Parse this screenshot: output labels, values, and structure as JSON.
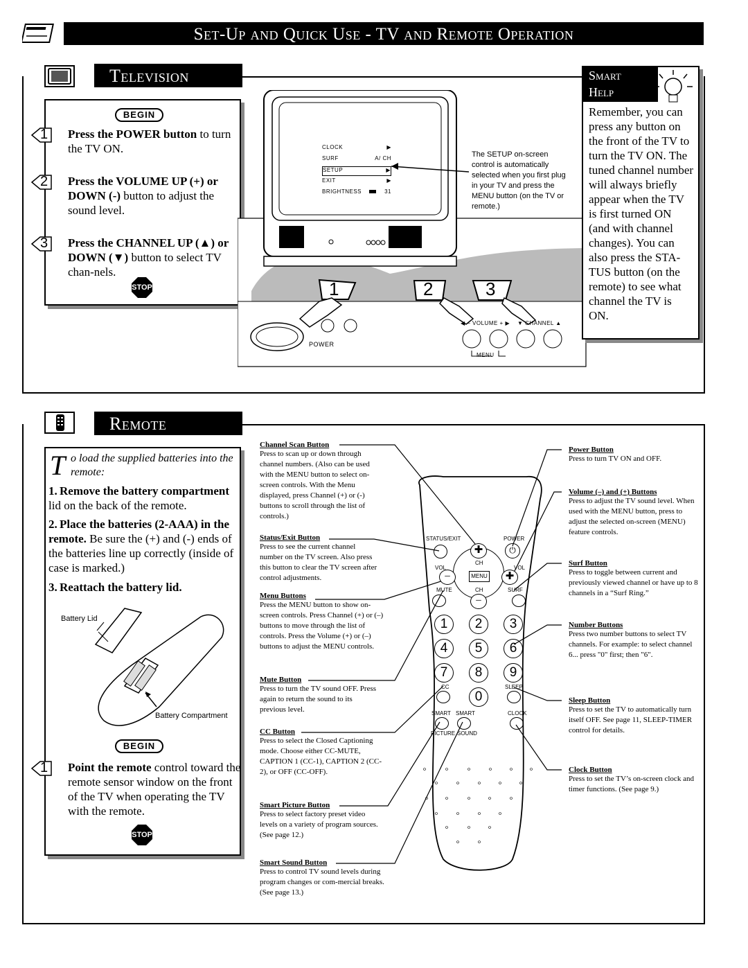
{
  "header": {
    "title": "Set-Up and Quick Use - TV and Remote Operation"
  },
  "television": {
    "title": "Television",
    "begin": "BEGIN",
    "steps": [
      {
        "n": "1",
        "bold": "Press the POWER button",
        "rest": " to turn the TV ON."
      },
      {
        "n": "2",
        "bold": "Press the VOLUME UP (+) or DOWN (-)",
        "rest": " button to adjust the sound level."
      },
      {
        "n": "3",
        "bold": "Press the CHANNEL UP (▲) or DOWN (▼)",
        "rest": " button to select TV chan-nels."
      }
    ],
    "stop": "STOP",
    "menu": {
      "items": [
        {
          "label": "CLOCK",
          "value": "▶"
        },
        {
          "label": "SURF",
          "value": "A/ CH"
        },
        {
          "label": "SETUP",
          "value": "▶"
        },
        {
          "label": "EXIT",
          "value": "▶"
        },
        {
          "label": "BRIGHTNESS",
          "value": "31"
        }
      ]
    },
    "setup_note": "The SETUP on-screen control is automatically selected when you first plug in your TV and press the MENU button (on the TV or remote.)",
    "callouts": [
      "1",
      "2",
      "3"
    ],
    "controls": {
      "power": "POWER",
      "volume": "◀ – VOLUME + ▶",
      "channel": "▼ CHANNEL ▲",
      "menu": "MENU"
    }
  },
  "smart_help": {
    "title_line1": "Smart",
    "title_line2": "Help",
    "text": "Remember, you can press any button on the front of the TV to turn the TV ON. The tuned channel number will always briefly appear when the TV is first turned ON (and with channel changes). You can also press the STA-TUS button (on the remote) to see what channel the TV is ON."
  },
  "remote": {
    "title": "Remote",
    "intro": "To load the supplied batteries into the remote:",
    "intro_drop": "T",
    "intro_rest": "o load the supplied batteries into the remote:",
    "load_steps": [
      {
        "n": "1.",
        "bold": "Remove the battery compartment",
        "rest": " lid on the back of the remote."
      },
      {
        "n": "2.",
        "bold": "Place the batteries (2-AAA) in the remote.",
        "rest": " Be sure the (+) and (-) ends of the batteries line up correctly (inside of case is marked.)"
      },
      {
        "n": "3.",
        "bold": "Reattach the battery lid.",
        "rest": ""
      }
    ],
    "battery_lid": "Battery Lid",
    "battery_compartment": "Battery Compartment",
    "begin": "BEGIN",
    "step1_n": "1",
    "step1_bold": "Point the remote",
    "step1_rest": " control toward the remote sensor window on the front of the TV when operating the TV with the remote.",
    "stop": "STOP",
    "left_annotations": [
      {
        "h": "Channel Scan Button",
        "t": "Press to scan up or down through channel numbers. (Also can be used with the MENU button to select on-screen controls. With the Menu displayed, press Channel (+) or (-) buttons to scroll through the list of controls.)"
      },
      {
        "h": "Status/Exit Button",
        "t": "Press to see the current channel number on the TV screen. Also press this button to clear the TV screen after control adjustments."
      },
      {
        "h": "Menu Buttons",
        "t": "Press the MENU button to show on-screen controls. Press Channel (+) or (–) buttons to move through the list of controls. Press the Volume (+) or (–) buttons to adjust the MENU controls."
      },
      {
        "h": "Mute Button",
        "t": "Press to turn the TV sound OFF. Press again to return the sound to its previous level."
      },
      {
        "h": "CC Button",
        "t": "Press to select the Closed Captioning mode. Choose either CC-MUTE, CAPTION 1 (CC-1), CAPTION 2 (CC-2), or OFF (CC-OFF)."
      },
      {
        "h": "Smart Picture Button",
        "t": "Press to select factory preset video levels on a variety of program sources. (See page 12.)"
      },
      {
        "h": "Smart Sound Button",
        "t": "Press to control TV sound levels during program changes or com-mercial breaks. (See page 13.)"
      }
    ],
    "right_annotations": [
      {
        "h": "Power Button",
        "t": "Press to turn TV ON and OFF."
      },
      {
        "h": "Volume (–) and (+) Buttons",
        "t": "Press to adjust the TV sound level. When used with the MENU button, press to adjust the selected on-screen (MENU) feature controls."
      },
      {
        "h": "Surf Button",
        "t": "Press to toggle between current and previously viewed channel or have up to 8 channels in a “Surf Ring.”"
      },
      {
        "h": "Number Buttons",
        "t": "Press two number buttons to select TV channels. For example: to select channel 6... press \"0\" first; then \"6\"."
      },
      {
        "h": "Sleep Button",
        "t": "Press to set the TV to automatically turn itself OFF. See page 11, SLEEP-TIMER control for details."
      },
      {
        "h": "Clock Button",
        "t": "Press to set the TV’s on-screen clock and timer functions. (See page 9.)"
      }
    ],
    "keys": {
      "status_exit": "STATUS/EXIT",
      "power": "POWER",
      "ch": "CH",
      "vol_left": "VOL",
      "vol_right": "VOL",
      "menu": "MENU",
      "mute": "MUTE",
      "ch2": "CH",
      "surf": "SURF",
      "numbers": [
        "1",
        "2",
        "3",
        "4",
        "5",
        "6",
        "7",
        "8",
        "9"
      ],
      "cc": "CC",
      "zero": "0",
      "sleep": "SLEEP",
      "smart1": "SMART",
      "smart2": "SMART",
      "clock": "CLOCK",
      "picture": "PICTURE",
      "sound": "SOUND"
    }
  }
}
